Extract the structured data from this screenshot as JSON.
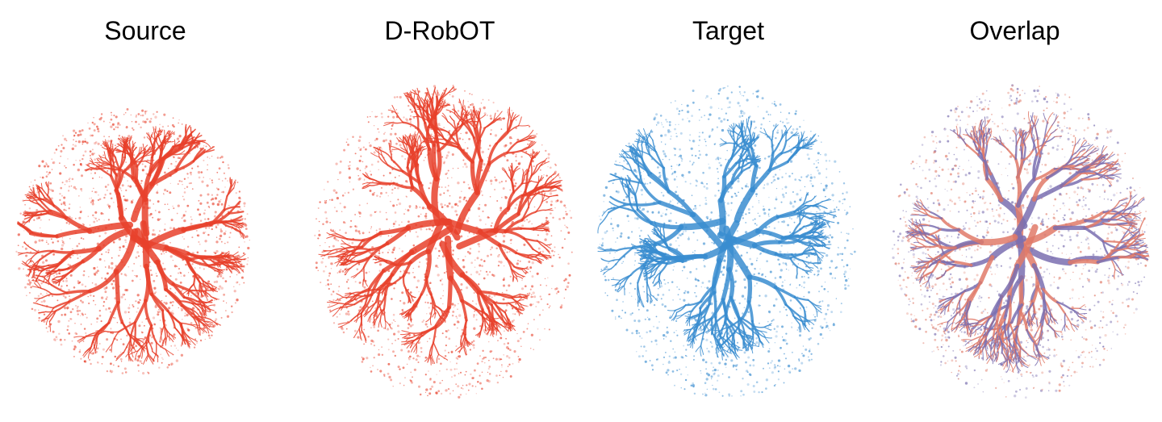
{
  "panels": [
    {
      "title": "Source",
      "color": "#e8412c",
      "color2": "#e8412c"
    },
    {
      "title": "D-RobOT",
      "color": "#e8412c",
      "color2": "#e8412c"
    },
    {
      "title": "Target",
      "color": "#3a8dd0",
      "color2": "#3a8dd0"
    },
    {
      "title": "Overlap",
      "color": "#7a6fb0",
      "color2": "#e07a68"
    }
  ]
}
